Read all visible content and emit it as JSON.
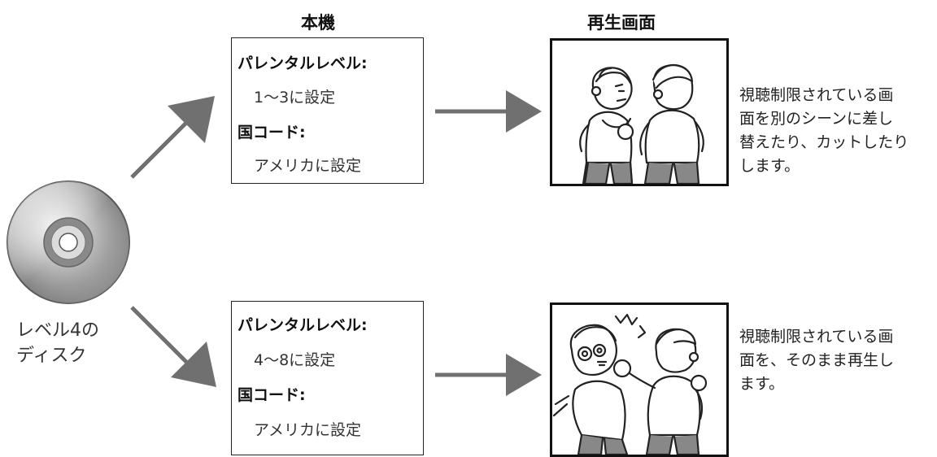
{
  "headings": {
    "unit": "本機",
    "screen": "再生画面"
  },
  "disc": {
    "label_line1": "レベル4の",
    "label_line2": "ディスク",
    "icon": "disc-icon"
  },
  "cases": [
    {
      "parental_label": "パレンタルレベル:",
      "parental_value": "1〜3に設定",
      "country_label": "国コード:",
      "country_value": "アメリカに設定",
      "scene": "two-men-standing-scene",
      "description": [
        "視聴制限されている画",
        "面を別のシーンに差し",
        "替えたり、カットしたり",
        "します。"
      ]
    },
    {
      "parental_label": "パレンタルレベル:",
      "parental_value": "4〜8に設定",
      "country_label": "国コード:",
      "country_value": "アメリカに設定",
      "scene": "punching-fight-scene",
      "description": [
        "視聴制限されている画",
        "面を、そのまま再生し",
        "ます。"
      ]
    }
  ],
  "colors": {
    "arrow": "#707070",
    "frame": "#111111"
  }
}
